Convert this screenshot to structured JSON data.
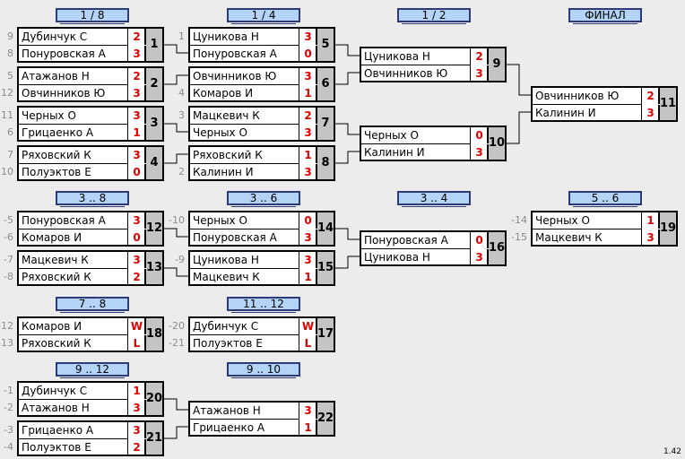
{
  "headers": [
    {
      "id": "r1",
      "label": "1 / 8"
    },
    {
      "id": "r2",
      "label": "1 / 4"
    },
    {
      "id": "r3",
      "label": "1 / 2"
    },
    {
      "id": "r4",
      "label": "ФИНАЛ"
    },
    {
      "id": "c38",
      "label": "3 .. 8"
    },
    {
      "id": "c36",
      "label": "3 .. 6"
    },
    {
      "id": "c34",
      "label": "3 .. 4"
    },
    {
      "id": "c56",
      "label": "5 .. 6"
    },
    {
      "id": "c78",
      "label": "7 .. 8"
    },
    {
      "id": "c1112",
      "label": "11 .. 12"
    },
    {
      "id": "c912",
      "label": "9 .. 12"
    },
    {
      "id": "c910",
      "label": "9 .. 10"
    }
  ],
  "matches": [
    {
      "num": "1",
      "p1": "Дубинчук С",
      "s1": "2",
      "p2": "Понуровская А",
      "s2": "3",
      "seed1": "9",
      "seed2": "8"
    },
    {
      "num": "2",
      "p1": "Атажанов Н",
      "s1": "2",
      "p2": "Овчинников Ю",
      "s2": "3",
      "seed1": "5",
      "seed2": "12"
    },
    {
      "num": "3",
      "p1": "Черных О",
      "s1": "3",
      "p2": "Грицаенко А",
      "s2": "1",
      "seed1": "11",
      "seed2": "6"
    },
    {
      "num": "4",
      "p1": "Ряховский К",
      "s1": "3",
      "p2": "Полуэктов Е",
      "s2": "0",
      "seed1": "7",
      "seed2": "10"
    },
    {
      "num": "5",
      "p1": "Цуникова Н",
      "s1": "3",
      "p2": "Понуровская А",
      "s2": "0",
      "seed1": "1",
      "seed2": ""
    },
    {
      "num": "6",
      "p1": "Овчинников Ю",
      "s1": "3",
      "p2": "Комаров И",
      "s2": "1",
      "seed1": "",
      "seed2": "4"
    },
    {
      "num": "7",
      "p1": "Мацкевич К",
      "s1": "2",
      "p2": "Черных О",
      "s2": "3",
      "seed1": "3",
      "seed2": ""
    },
    {
      "num": "8",
      "p1": "Ряховский К",
      "s1": "1",
      "p2": "Калинин И",
      "s2": "3",
      "seed1": "",
      "seed2": "2"
    },
    {
      "num": "9",
      "p1": "Цуникова Н",
      "s1": "2",
      "p2": "Овчинников Ю",
      "s2": "3",
      "seed1": "",
      "seed2": ""
    },
    {
      "num": "10",
      "p1": "Черных О",
      "s1": "0",
      "p2": "Калинин И",
      "s2": "3",
      "seed1": "",
      "seed2": ""
    },
    {
      "num": "11",
      "p1": "Овчинников Ю",
      "s1": "2",
      "p2": "Калинин И",
      "s2": "3",
      "seed1": "",
      "seed2": ""
    },
    {
      "num": "12",
      "p1": "Понуровская А",
      "s1": "3",
      "p2": "Комаров И",
      "s2": "0",
      "seed1": "-5",
      "seed2": "-6"
    },
    {
      "num": "13",
      "p1": "Мацкевич К",
      "s1": "3",
      "p2": "Ряховский К",
      "s2": "2",
      "seed1": "-7",
      "seed2": "-8"
    },
    {
      "num": "14",
      "p1": "Черных О",
      "s1": "0",
      "p2": "Понуровская А",
      "s2": "3",
      "seed1": "-10",
      "seed2": ""
    },
    {
      "num": "15",
      "p1": "Цуникова Н",
      "s1": "3",
      "p2": "Мацкевич К",
      "s2": "1",
      "seed1": "-9",
      "seed2": ""
    },
    {
      "num": "16",
      "p1": "Понуровская А",
      "s1": "0",
      "p2": "Цуникова Н",
      "s2": "3",
      "seed1": "",
      "seed2": ""
    },
    {
      "num": "19",
      "p1": "Черных О",
      "s1": "1",
      "p2": "Мацкевич К",
      "s2": "3",
      "seed1": "-14",
      "seed2": "-15"
    },
    {
      "num": "18",
      "p1": "Комаров И",
      "s1": "W",
      "p2": "Ряховский К",
      "s2": "L",
      "seed1": "-12",
      "seed2": "-13"
    },
    {
      "num": "17",
      "p1": "Дубинчук С",
      "s1": "W",
      "p2": "Полуэктов Е",
      "s2": "L",
      "seed1": "-20",
      "seed2": "-21"
    },
    {
      "num": "20",
      "p1": "Дубинчук С",
      "s1": "1",
      "p2": "Атажанов Н",
      "s2": "3",
      "seed1": "-1",
      "seed2": "-2"
    },
    {
      "num": "21",
      "p1": "Грицаенко А",
      "s1": "3",
      "p2": "Полуэктов Е",
      "s2": "2",
      "seed1": "-3",
      "seed2": "-4"
    },
    {
      "num": "22",
      "p1": "Атажанов Н",
      "s1": "3",
      "p2": "Грицаенко А",
      "s2": "1",
      "seed1": "",
      "seed2": ""
    }
  ],
  "version": "1.42"
}
